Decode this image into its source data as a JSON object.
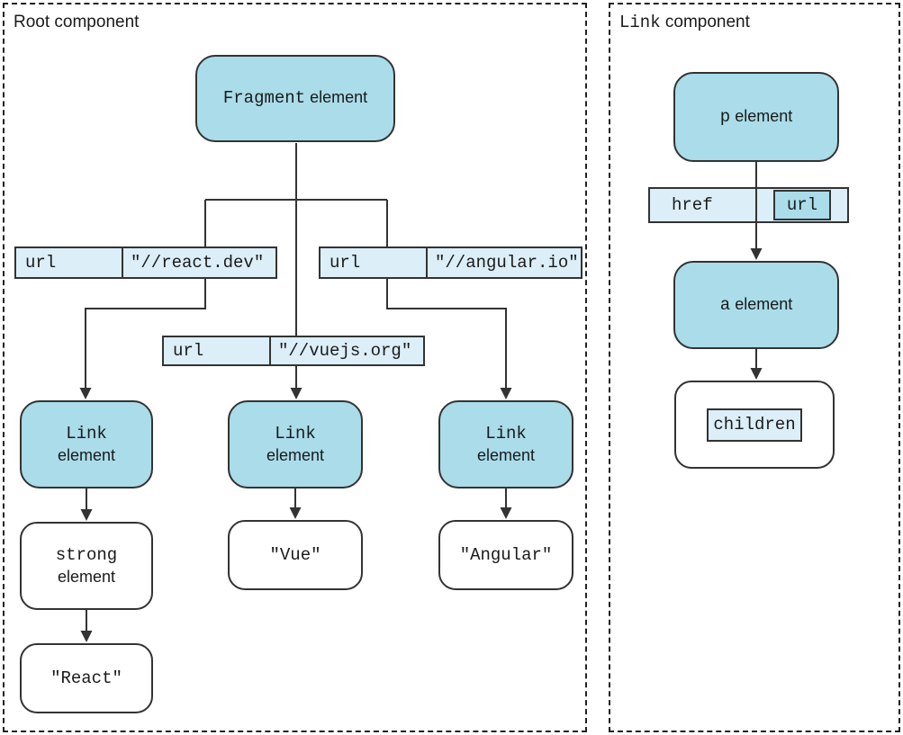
{
  "root_panel": {
    "title": "Root component",
    "fragment_element": {
      "code": "Fragment",
      "suffix": "element"
    },
    "props": [
      {
        "key": "url",
        "value": "\"//react.dev\""
      },
      {
        "key": "url",
        "value": "\"//vuejs.org\""
      },
      {
        "key": "url",
        "value": "\"//angular.io\""
      }
    ],
    "link_elements": [
      {
        "code": "Link",
        "suffix": "element"
      },
      {
        "code": "Link",
        "suffix": "element"
      },
      {
        "code": "Link",
        "suffix": "element"
      }
    ],
    "strong_element": {
      "code": "strong",
      "suffix": "element"
    },
    "text_nodes": {
      "react": "\"React\"",
      "vue": "\"Vue\"",
      "angular": "\"Angular\""
    }
  },
  "link_panel": {
    "title_code": "Link",
    "title_suffix": "component",
    "p_element": {
      "code": "p",
      "suffix": "element"
    },
    "href_prop": {
      "key": "href",
      "value": "url"
    },
    "a_element": {
      "code": "a",
      "suffix": "element"
    },
    "children_node": "children"
  },
  "colors": {
    "element_fill": "#aadcea",
    "prop_fill": "#dceef8",
    "border": "#333333",
    "panel_border": "#222222",
    "background": "#ffffff"
  }
}
